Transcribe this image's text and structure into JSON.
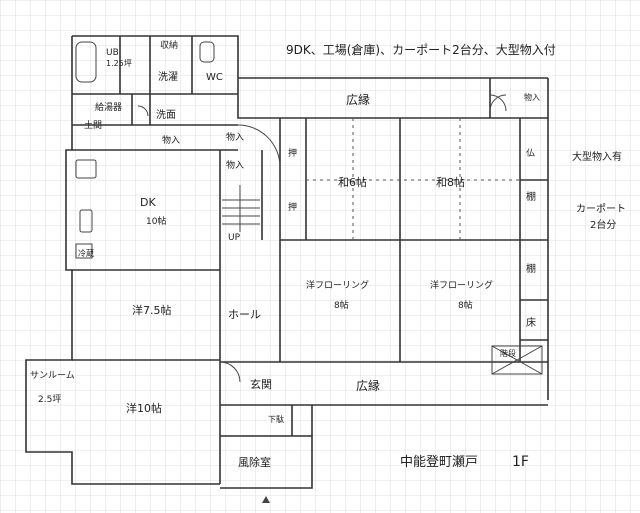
{
  "header": {
    "title": "9DK、工場(倉庫)、カーポート2台分、大型物入付",
    "footer_location": "中能登町瀬戸",
    "floor_label": "1F"
  },
  "side_notes": {
    "large_storage": "大型物入有",
    "carport_line1": "カーポート",
    "carport_line2": "2台分"
  },
  "rooms": {
    "ub": "UB",
    "ub_size": "1.25坪",
    "storage_top": "収納",
    "laundry": "洗濯",
    "wc": "WC",
    "washroom_label": "給湯器",
    "washroom_label2": "土間",
    "senmen": "洗面",
    "mono_1": "物入",
    "mono_2": "物入",
    "mono_3": "物入",
    "dk": "DK",
    "dk_size": "10帖",
    "fridge": "冷蔵",
    "up": "UP",
    "hall": "ホール",
    "western_7": "洋7.5帖",
    "western_10": "洋10帖",
    "sunroom": "サンルーム",
    "sunroom_size": "2.5坪",
    "genkan": "玄関",
    "shoebox": "下駄",
    "windbreak": "風除室",
    "engawa_top": "広縁",
    "engawa_bottom": "広縁",
    "washitsu_6": "和6帖",
    "washitsu_8": "和8帖",
    "floor_8a": "洋フローリング",
    "floor_8a_size": "8帖",
    "floor_8b": "洋フローリング",
    "floor_8b_size": "8帖",
    "oshi_1": "押",
    "oshi_2": "押",
    "tana_1": "棚",
    "tana_2": "棚",
    "yuka": "床",
    "butsu": "仏",
    "mono_right": "物入",
    "kai_dan": "階段"
  }
}
